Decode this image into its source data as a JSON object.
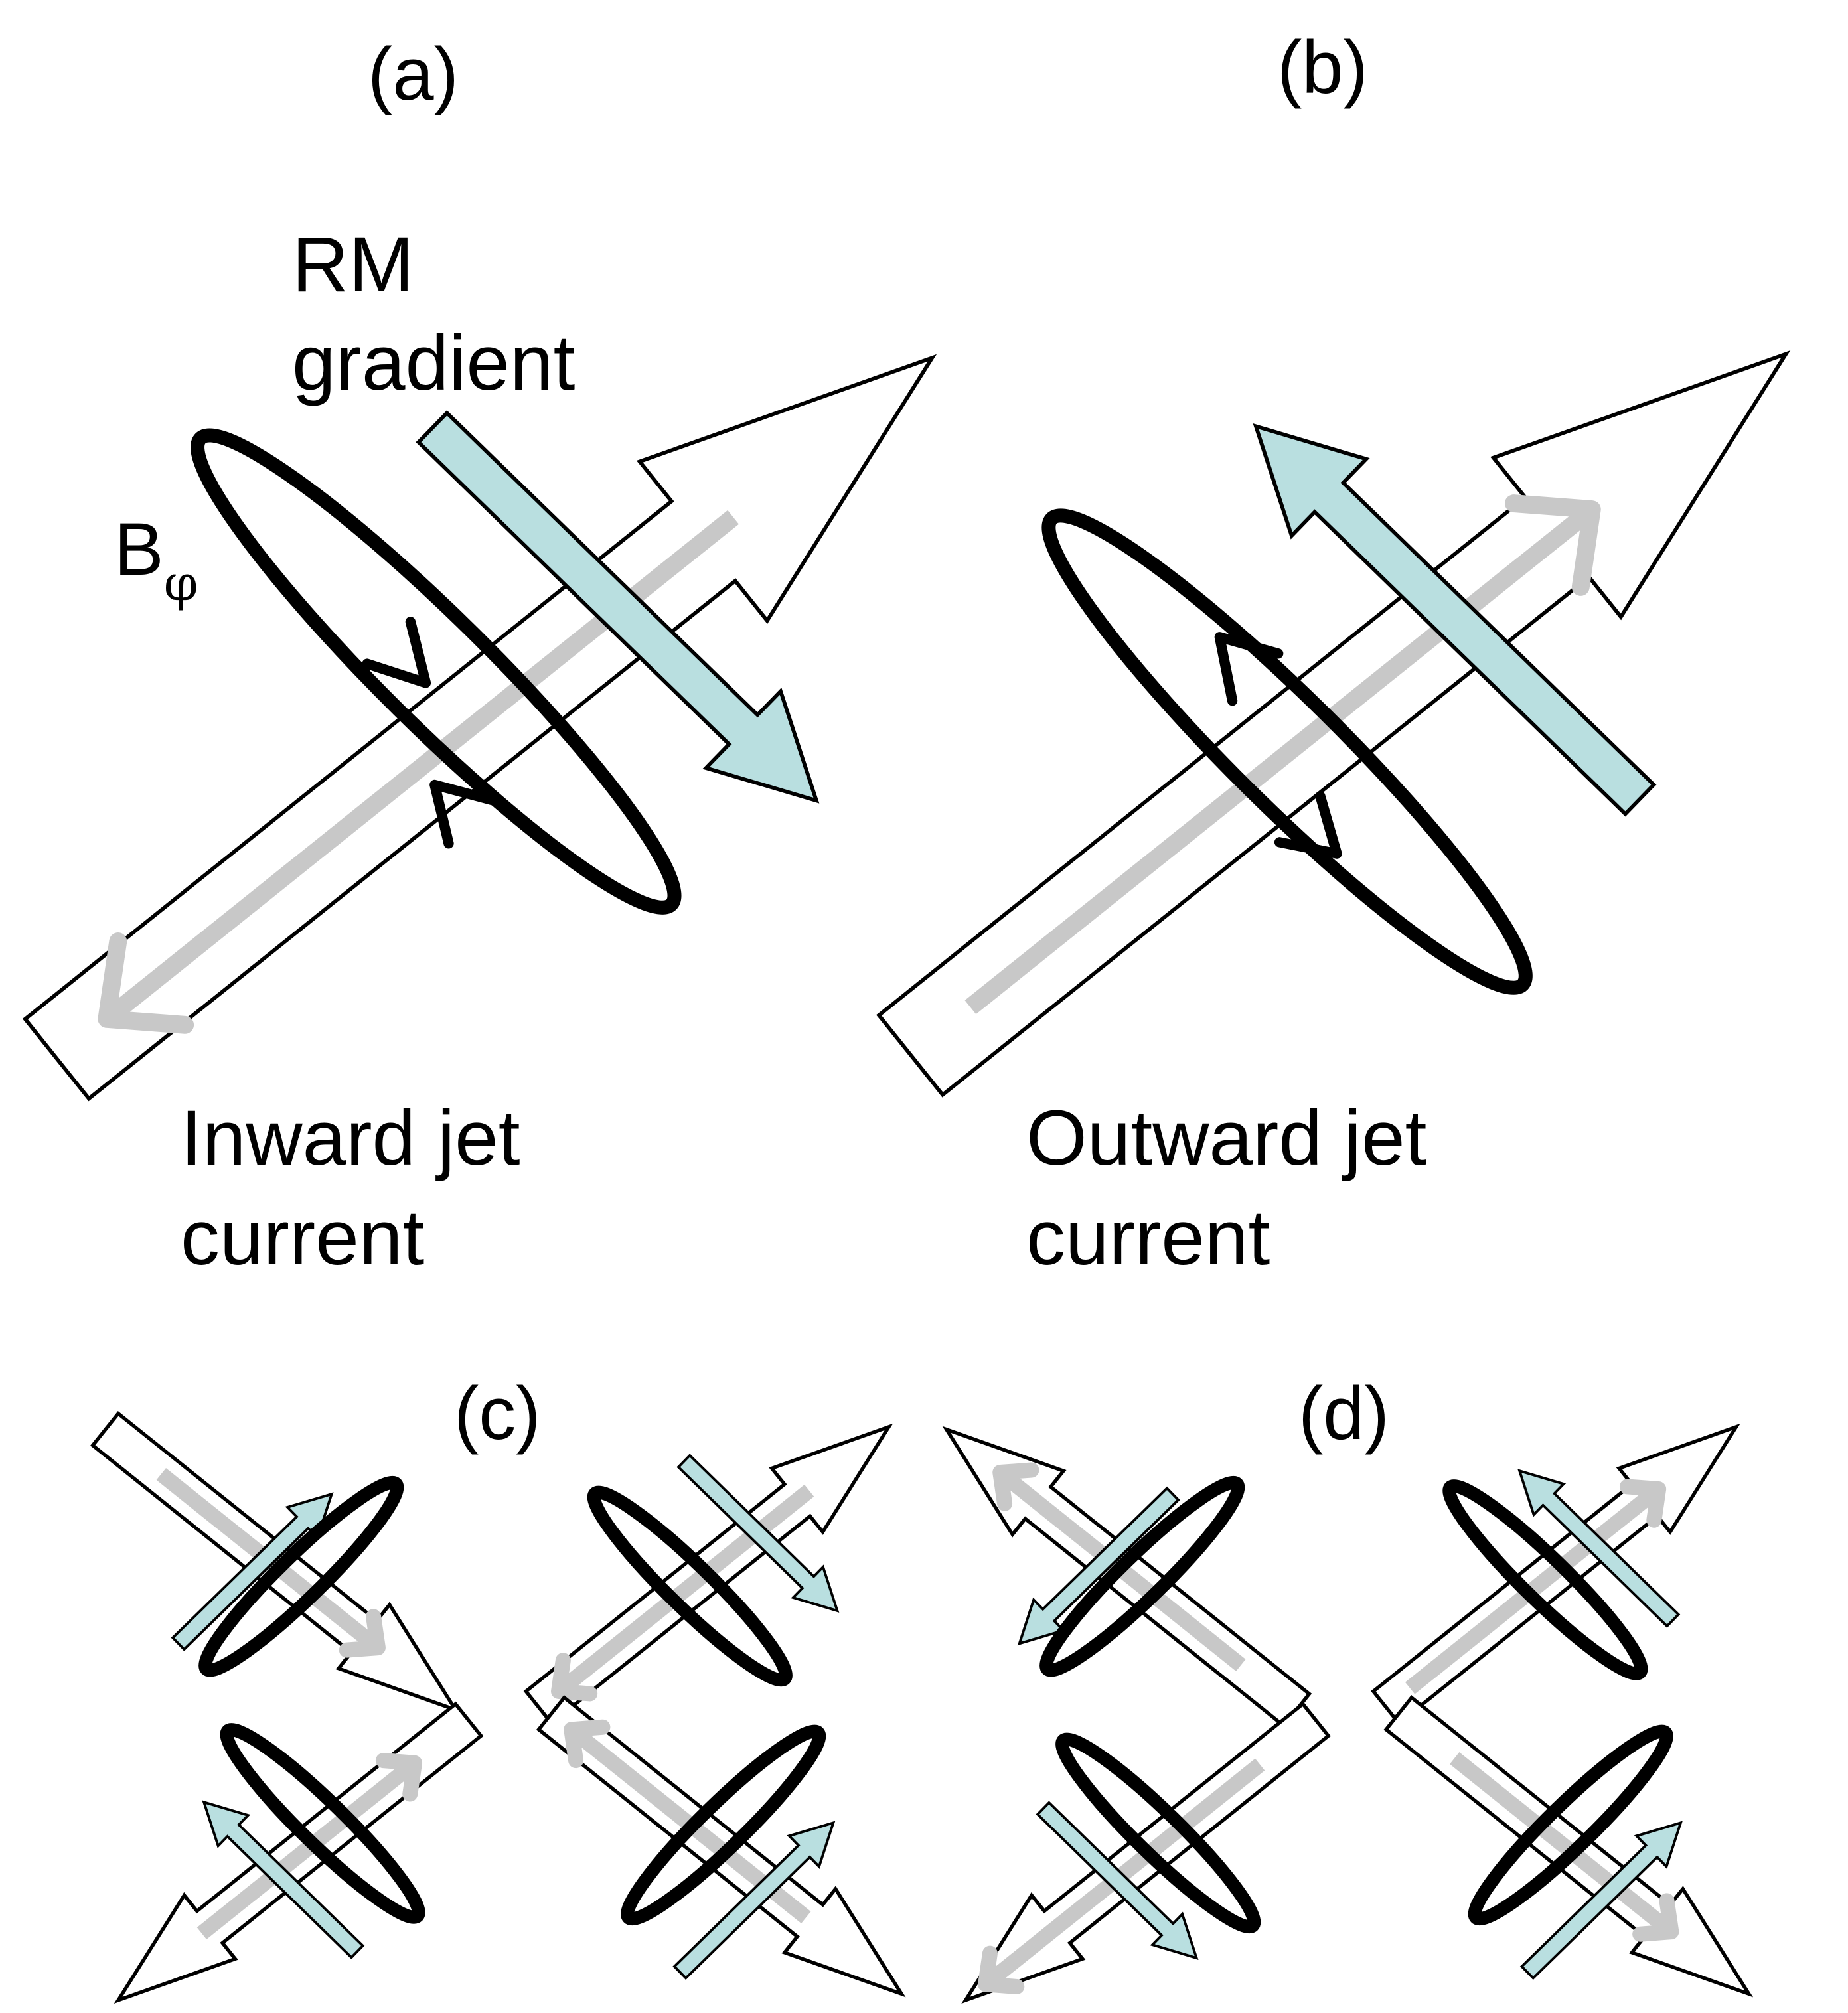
{
  "panel_labels": {
    "a": "(a)",
    "b": "(b)",
    "c": "(c)",
    "d": "(d)"
  },
  "rm_gradient": {
    "line1": "RM",
    "line2": "gradient"
  },
  "b_phi": {
    "base": "B",
    "subscript": "φ"
  },
  "captions": {
    "inward": {
      "line1": "Inward jet",
      "line2": "current"
    },
    "outward": {
      "line1": "Outward jet",
      "line2": "current"
    }
  },
  "colors": {
    "jet_fill": "#ffffff",
    "jet_outline": "#000000",
    "current_arrow": "#c8c8c8",
    "rm_gradient_arrow": "#b9dfe0",
    "field_loop": "#000000"
  }
}
